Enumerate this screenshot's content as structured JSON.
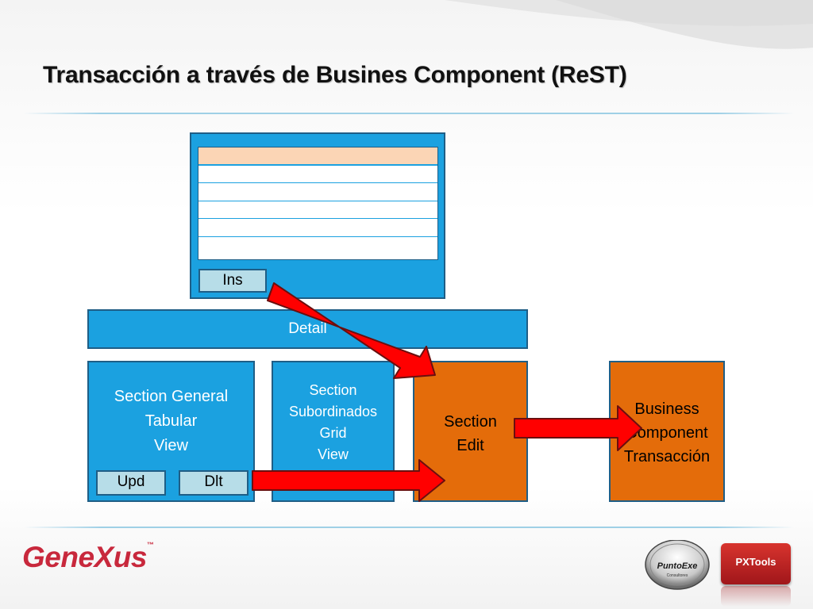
{
  "slide": {
    "title": "Transacción a través de Busines Component (ReST)"
  },
  "diagram": {
    "grid_panel": {
      "ins_button": "Ins"
    },
    "detail_bar": {
      "label": "Detail"
    },
    "section_general": {
      "line1": "Section General",
      "line2": "Tabular",
      "line3": "View",
      "upd_button": "Upd",
      "dlt_button": "Dlt"
    },
    "section_subordinados": {
      "line1": "Section",
      "line2": "Subordinados",
      "line3": "Grid",
      "line4": "View"
    },
    "section_edit": {
      "line1": "Section",
      "line2": "Edit"
    },
    "business_component": {
      "line1": "Business",
      "line2": "Component",
      "line3": "Transacción"
    }
  },
  "footer": {
    "logo_left": "GeneXus",
    "logo_left_tm": "™",
    "logo_mid": "PuntoExe",
    "logo_mid_sub": "Consultores",
    "logo_right": "PXTools"
  },
  "colors": {
    "box_blue": "#1ba1e0",
    "box_orange": "#e46c0a",
    "arrow_red": "#ff0000",
    "grid_header": "#fbd5b5",
    "button_fill": "#b7dde8",
    "genexus_red": "#c8283c"
  }
}
